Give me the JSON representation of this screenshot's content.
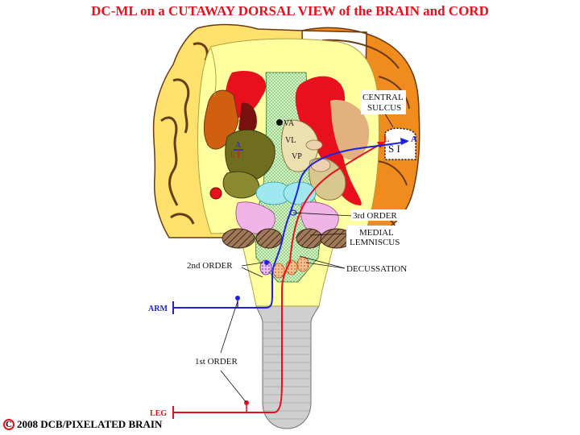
{
  "title": "DC-ML on a CUTAWAY DORSAL VIEW of the BRAIN and CORD",
  "copyright": {
    "symbol": "C",
    "text": "2008  DCB/PIXELATED BRAIN"
  },
  "labels": {
    "central_sulcus_line1": "CENTRAL",
    "central_sulcus_line2": "SULCUS",
    "si": "S I",
    "l_cortex": "L",
    "a_cortex": "A",
    "va": "VA",
    "vl": "VL",
    "vp": "VP",
    "a_thalamus": "A",
    "l_thalamus": "L",
    "third_order": "3rd ORDER",
    "medial_line1": "MEDIAL",
    "medial_line2": "LEMNISCUS",
    "second_order": "2nd ORDER",
    "decussation": "DECUSSATION",
    "arm": "ARM",
    "leg": "LEG",
    "first_order": "1st ORDER"
  },
  "colors": {
    "title": "#e8101c",
    "cortex_orange": "#f08c1e",
    "white_matter": "#ffffa0",
    "gyri_yellow": "#ffe16e",
    "red_pathway": "#e8101c",
    "blue_pathway": "#2020e0"
  }
}
